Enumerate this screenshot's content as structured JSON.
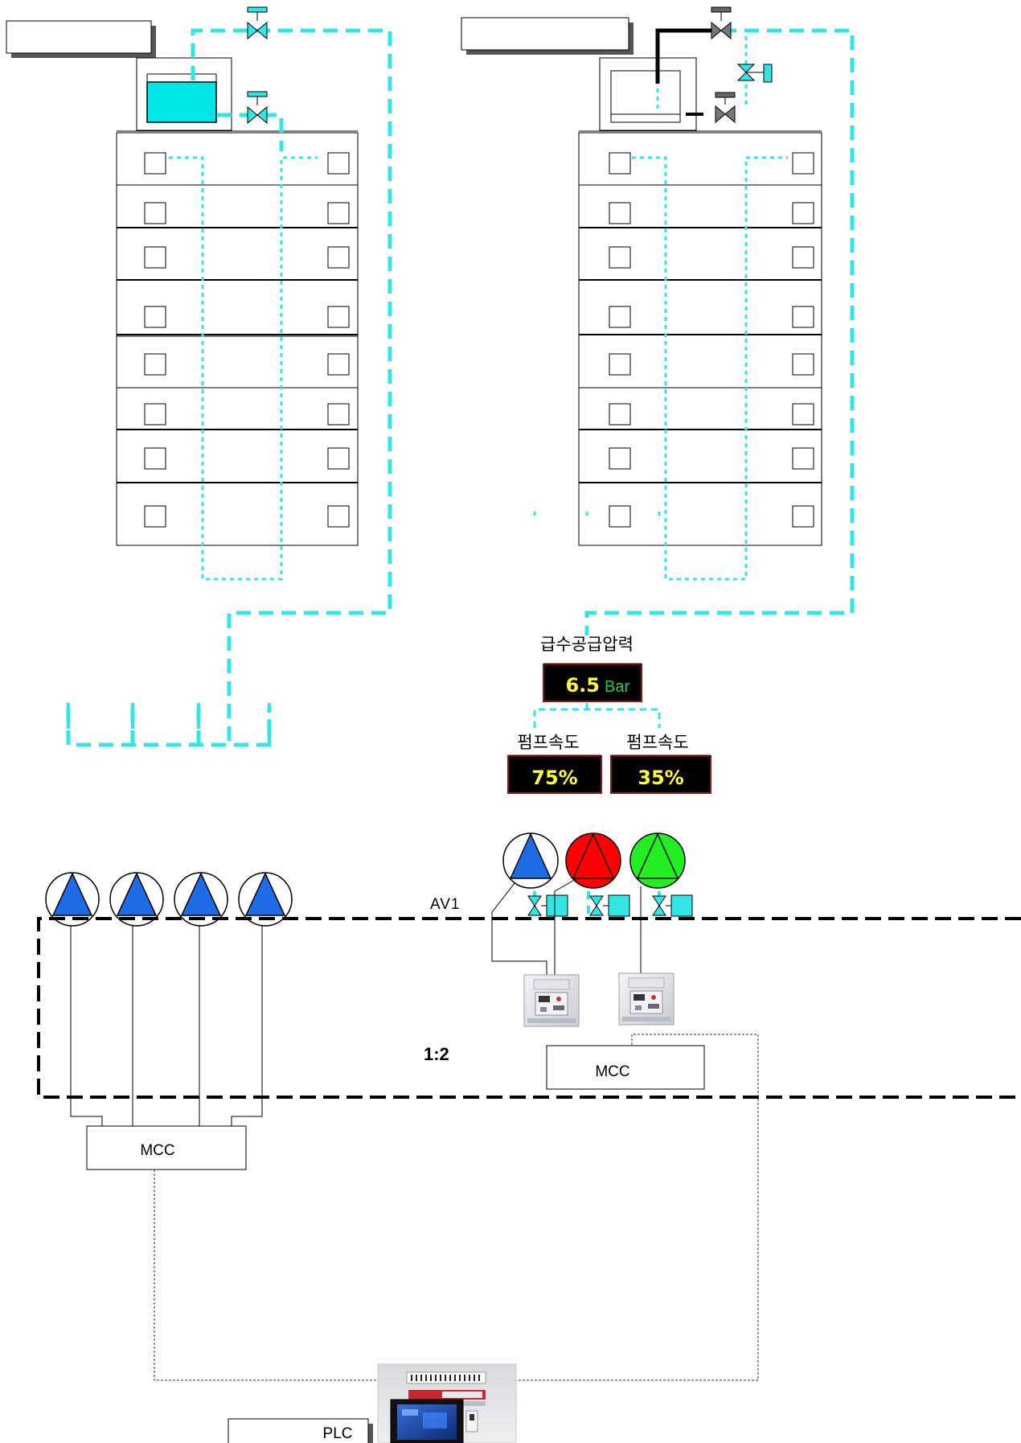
{
  "title_box_left": "",
  "title_box_right": "",
  "supply_pressure": {
    "label": "급수공급압력",
    "value": "6.5",
    "unit": "Bar"
  },
  "pump_speeds": [
    {
      "label": "펌프속도",
      "value": "75%"
    },
    {
      "label": "펌프속도",
      "value": "35%"
    }
  ],
  "valve_label": "AV1",
  "ratio_label": "1:2",
  "mcc_left": "MCC",
  "mcc_right": "MCC",
  "plc_label": "PLC",
  "colors": {
    "pipe": "#33e6e6",
    "pump_running_blue": "#1e6be6",
    "pump_stopped_red": "#ff0000",
    "pump_standby_green": "#22ee22",
    "lcd_background": "#000000",
    "lcd_value": "#ffff33",
    "lcd_unit": "#22cc44"
  }
}
